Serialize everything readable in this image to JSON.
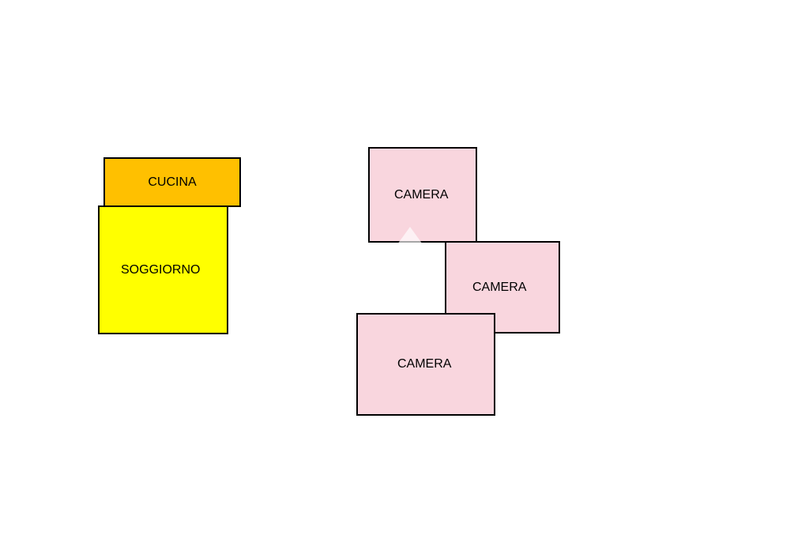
{
  "page": {
    "background_color": "#ffffff",
    "border_color": "#000000",
    "text_color": "#000000"
  },
  "floorplan": {
    "rooms": [
      {
        "id": "cucina",
        "label": "CUCINA",
        "color": "#ffc000"
      },
      {
        "id": "soggiorno",
        "label": "SOGGIORNO",
        "color": "#ffff00"
      },
      {
        "id": "camera-top",
        "label": "CAMERA",
        "color": "#f9d6de"
      },
      {
        "id": "camera-middle",
        "label": "CAMERA",
        "color": "#f9d6de"
      },
      {
        "id": "camera-bottom",
        "label": "CAMERA",
        "color": "#f9d6de"
      }
    ]
  }
}
